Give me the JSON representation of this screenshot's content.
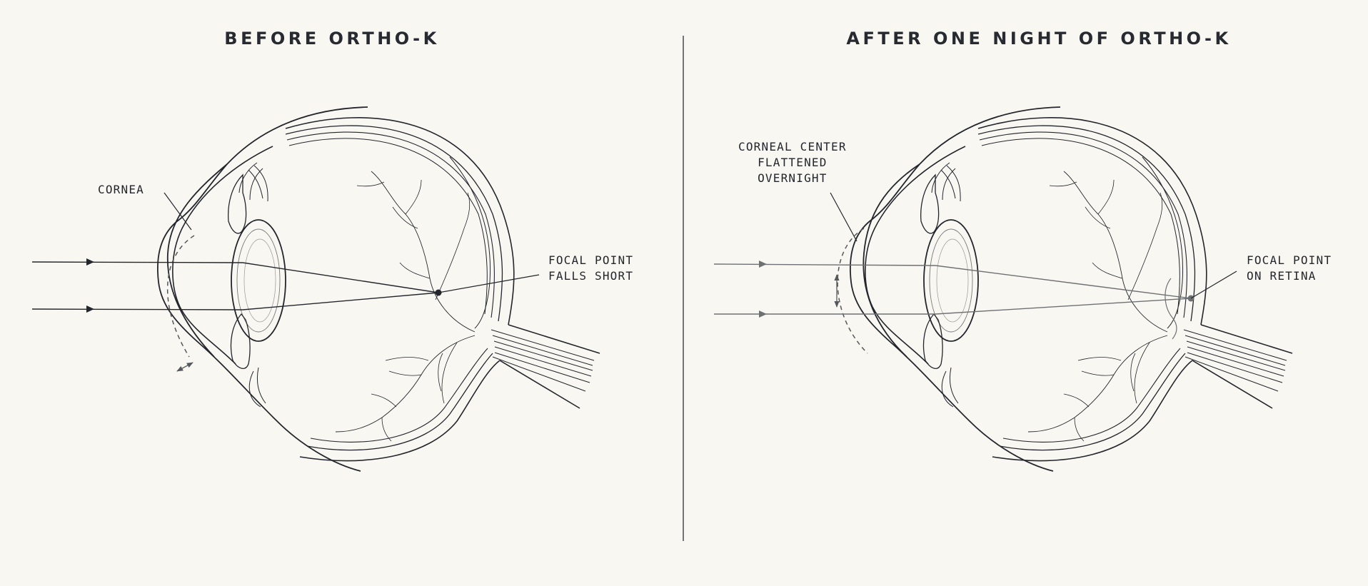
{
  "panels": {
    "before": {
      "title": "BEFORE ORTHO-K",
      "cornea_label": "CORNEA",
      "focal_label": [
        "FOCAL POINT",
        "FALLS SHORT"
      ]
    },
    "after": {
      "title": "AFTER ONE NIGHT OF ORTHO-K",
      "cornea_label": [
        "CORNEAL CENTER",
        "FLATTENED",
        "OVERNIGHT"
      ],
      "focal_label": [
        "FOCAL POINT",
        "ON RETINA"
      ]
    }
  },
  "colors": {
    "background": "#f9f7f1",
    "line": "#23262d",
    "ray_after": "#6e7174",
    "dashed": "#55585c"
  },
  "icons": [
    "arrowhead-icon",
    "double-arrow-icon",
    "focal-dot-icon"
  ]
}
